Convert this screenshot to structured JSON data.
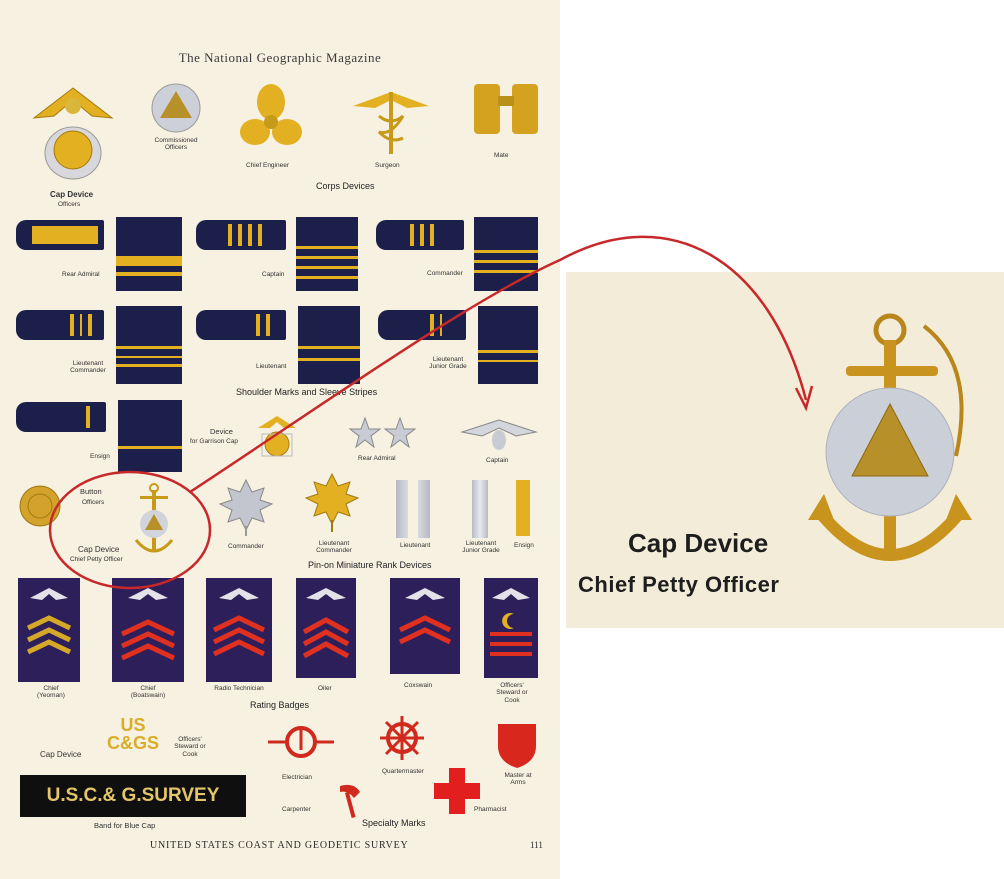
{
  "header": {
    "magazine": "The National Geographic Magazine"
  },
  "cap_devices": {
    "officers": {
      "title": "Cap Device",
      "sub": "Officers"
    },
    "commissioned": "Commissioned Officers",
    "chief_engineer": "Chief Engineer",
    "surgeon": "Surgeon",
    "mate": "Mate",
    "section": "Corps Devices"
  },
  "shoulder": {
    "rear_admiral": "Rear Admiral",
    "captain": "Captain",
    "commander": "Commander",
    "lt_commander": "Lieutenant Commander",
    "lieutenant": "Lieutenant",
    "lt_junior": "Lieutenant Junior Grade",
    "section": "Shoulder Marks and Sleeve Stripes",
    "ensign": "Ensign"
  },
  "garrison": {
    "title": "Device",
    "sub": "for Garrison Cap"
  },
  "pins": {
    "rear_admiral": "Rear Admiral",
    "captain": "Captain",
    "button_title": "Button",
    "button_sub": "Officers",
    "cpo_title": "Cap Device",
    "cpo_sub": "Chief Petty Officer",
    "commander": "Commander",
    "lt_commander": "Lieutenant Commander",
    "lieutenant": "Lieutenant",
    "lt_jg": "Lieutenant Junior Grade",
    "ensign": "Ensign",
    "section": "Pin-on Miniature Rank Devices"
  },
  "rating": {
    "chief_yeoman": "Chief (Yeoman)",
    "chief_boatswain": "Chief (Boatswain)",
    "radio": "Radio Technician",
    "oiler": "Oiler",
    "coxswain": "Coxswain",
    "steward": "Officers' Steward or Cook",
    "section": "Rating Badges"
  },
  "specialty": {
    "cap_device": "Cap Device",
    "us": "US",
    "cgs": "C&GS",
    "steward": "Officers' Steward or Cook",
    "electrician": "Electrician",
    "quartermaster": "Quartermaster",
    "master_arms": "Master at Arms",
    "carpenter": "Carpenter",
    "pharmacist": "Pharmacist",
    "section": "Specialty Marks",
    "band": "U.S.C.& G.SURVEY",
    "band_caption": "Band for Blue Cap"
  },
  "footer": {
    "title": "UNITED STATES COAST AND GEODETIC SURVEY",
    "page": "111"
  },
  "zoom": {
    "title": "Cap Device",
    "subtitle": "Chief Petty Officer"
  },
  "colors": {
    "navy": "#1b1f4a",
    "gold": "#e2b020",
    "red": "#e03020",
    "paper": "#f7f1e1",
    "arrow": "#c8282a"
  }
}
